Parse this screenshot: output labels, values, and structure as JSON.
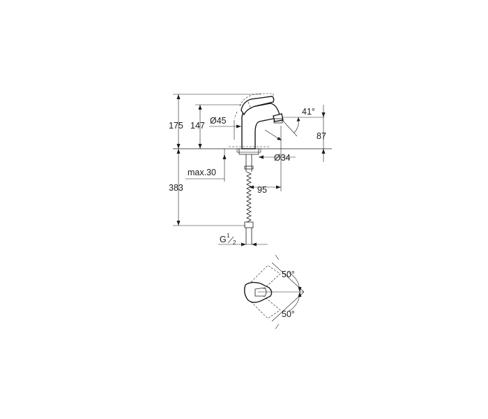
{
  "diagram": {
    "dimensions": {
      "height_total": "175",
      "height_spout": "147",
      "spout_diameter": "Ø45",
      "spout_angle": "41°",
      "spout_height": "87",
      "base_diameter": "Ø34",
      "max_thickness": "max.30",
      "reach": "95",
      "hose_length": "383",
      "connection": "G",
      "connection_num": "1",
      "connection_den": "2",
      "lever_angle_top": "50°",
      "lever_angle_bottom": "50°"
    }
  }
}
